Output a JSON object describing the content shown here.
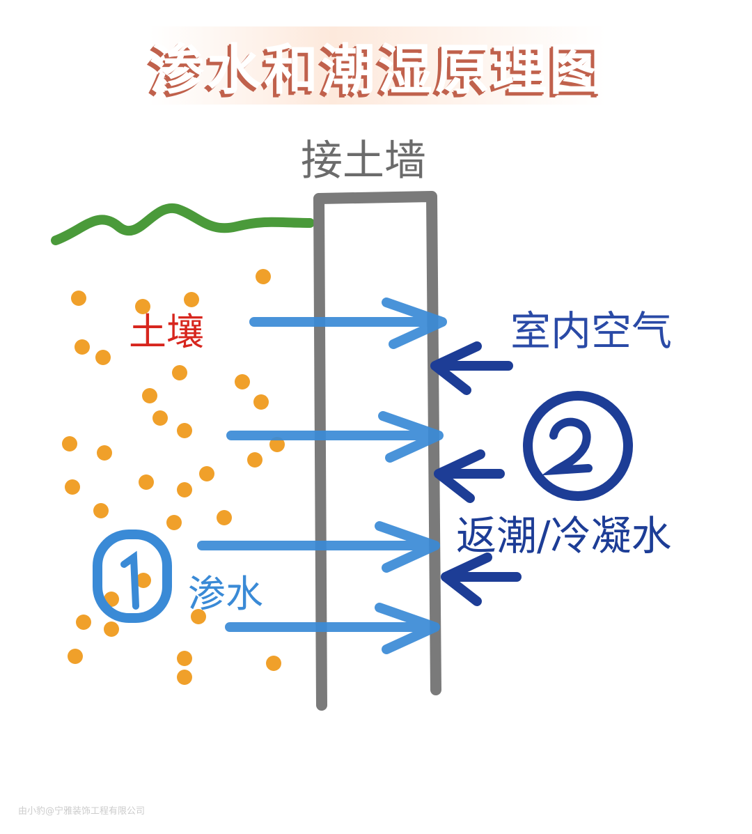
{
  "title": "渗水和潮湿原理图",
  "labels": {
    "wall": "接土墙",
    "soil": "土壤",
    "indoor_air": "室内空气",
    "condensation": "返潮/冷凝水",
    "seepage": "渗水",
    "marker_1": "1",
    "marker_2": "2"
  },
  "watermark": "由小豹@宁雅装饰工程有限公司",
  "colors": {
    "wall": "#7a7a7a",
    "grass": "#4a9a3a",
    "soil_dots": "#f0a02a",
    "seep_arrows": "#3a8ad6",
    "condensation_arrows": "#1d3d96",
    "soil_text": "#d7261e"
  }
}
